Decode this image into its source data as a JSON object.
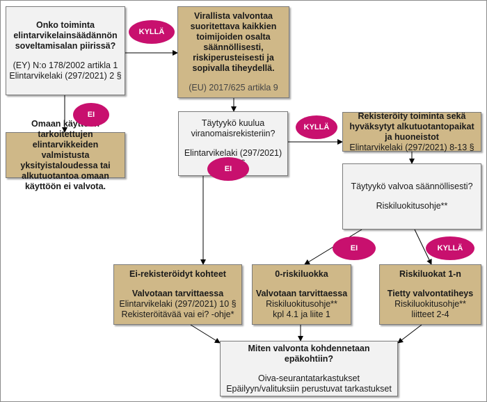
{
  "colors": {
    "grey_box": "#f2f2f2",
    "tan_box": "#cfb888",
    "pill": "#c8106e",
    "line": "#000000"
  },
  "boxes": {
    "start": {
      "title": "Onko toiminta elintarvikelainsäädännön soveltamisalan piirissä?",
      "ref1": "(EY) N:o 178/2002 artikla 1",
      "ref2": "Elintarvikelaki (297/2021) 2 §"
    },
    "official": {
      "text": "Virallista valvontaa suoritettava kaikkien toimijoiden osalta säännöllisesti, riskiperusteisesti ja sopivalla tiheydellä.",
      "ref": "(EU) 2017/625 artikla 9"
    },
    "own_use": {
      "text": "Omaan käyttöön tarkoitettujen elintarvikkeiden valmistusta yksityistaloudessa tai alkutuotantoa omaan käyttöön ei valvota."
    },
    "register_q": {
      "title": "Täytyykö kuulua viranomaisrekisteriin?",
      "ref1": "Elintarvikelaki (297/2021)",
      "ref2": "8-13 §"
    },
    "registered": {
      "title": "Rekisteröity toiminta sekä hyväksytyt alkutuotantopaikat ja huoneistot",
      "ref": "Elintarvikelaki (297/2021) 8-13 §"
    },
    "regular_q": {
      "title": "Täytyykö valvoa säännöllisesti?",
      "ref": "Riskiluokitusohje**"
    },
    "unregistered": {
      "title": "Ei-rekisteröidyt kohteet",
      "subtitle": "Valvotaan tarvittaessa",
      "ref1": "Elintarvikelaki (297/2021) 10 §",
      "ref2": "Rekisteröitävää vai ei? -ohje*"
    },
    "zero_risk": {
      "title": "0-riskiluokka",
      "subtitle": "Valvotaan tarvittaessa",
      "ref1": "Riskiluokitusohje**",
      "ref2": "kpl 4.1 ja liite 1"
    },
    "risk_classes": {
      "title": "Riskiluokat 1-n",
      "subtitle": "Tietty valvontatiheys",
      "ref1": "Riskiluokitusohje**",
      "ref2": "liitteet 2-4"
    },
    "targeting": {
      "title": "Miten valvonta kohdennetaan epäkohtiin?",
      "line1": "Oiva-seurantatarkastukset",
      "line2": "Epäilyyn/valituksiin perustuvat tarkastukset"
    }
  },
  "labels": {
    "yes1": "KYLLÄ",
    "no1": "EI",
    "yes2": "KYLLÄ",
    "no2": "EI",
    "no3": "EI",
    "yes3": "KYLLÄ"
  }
}
